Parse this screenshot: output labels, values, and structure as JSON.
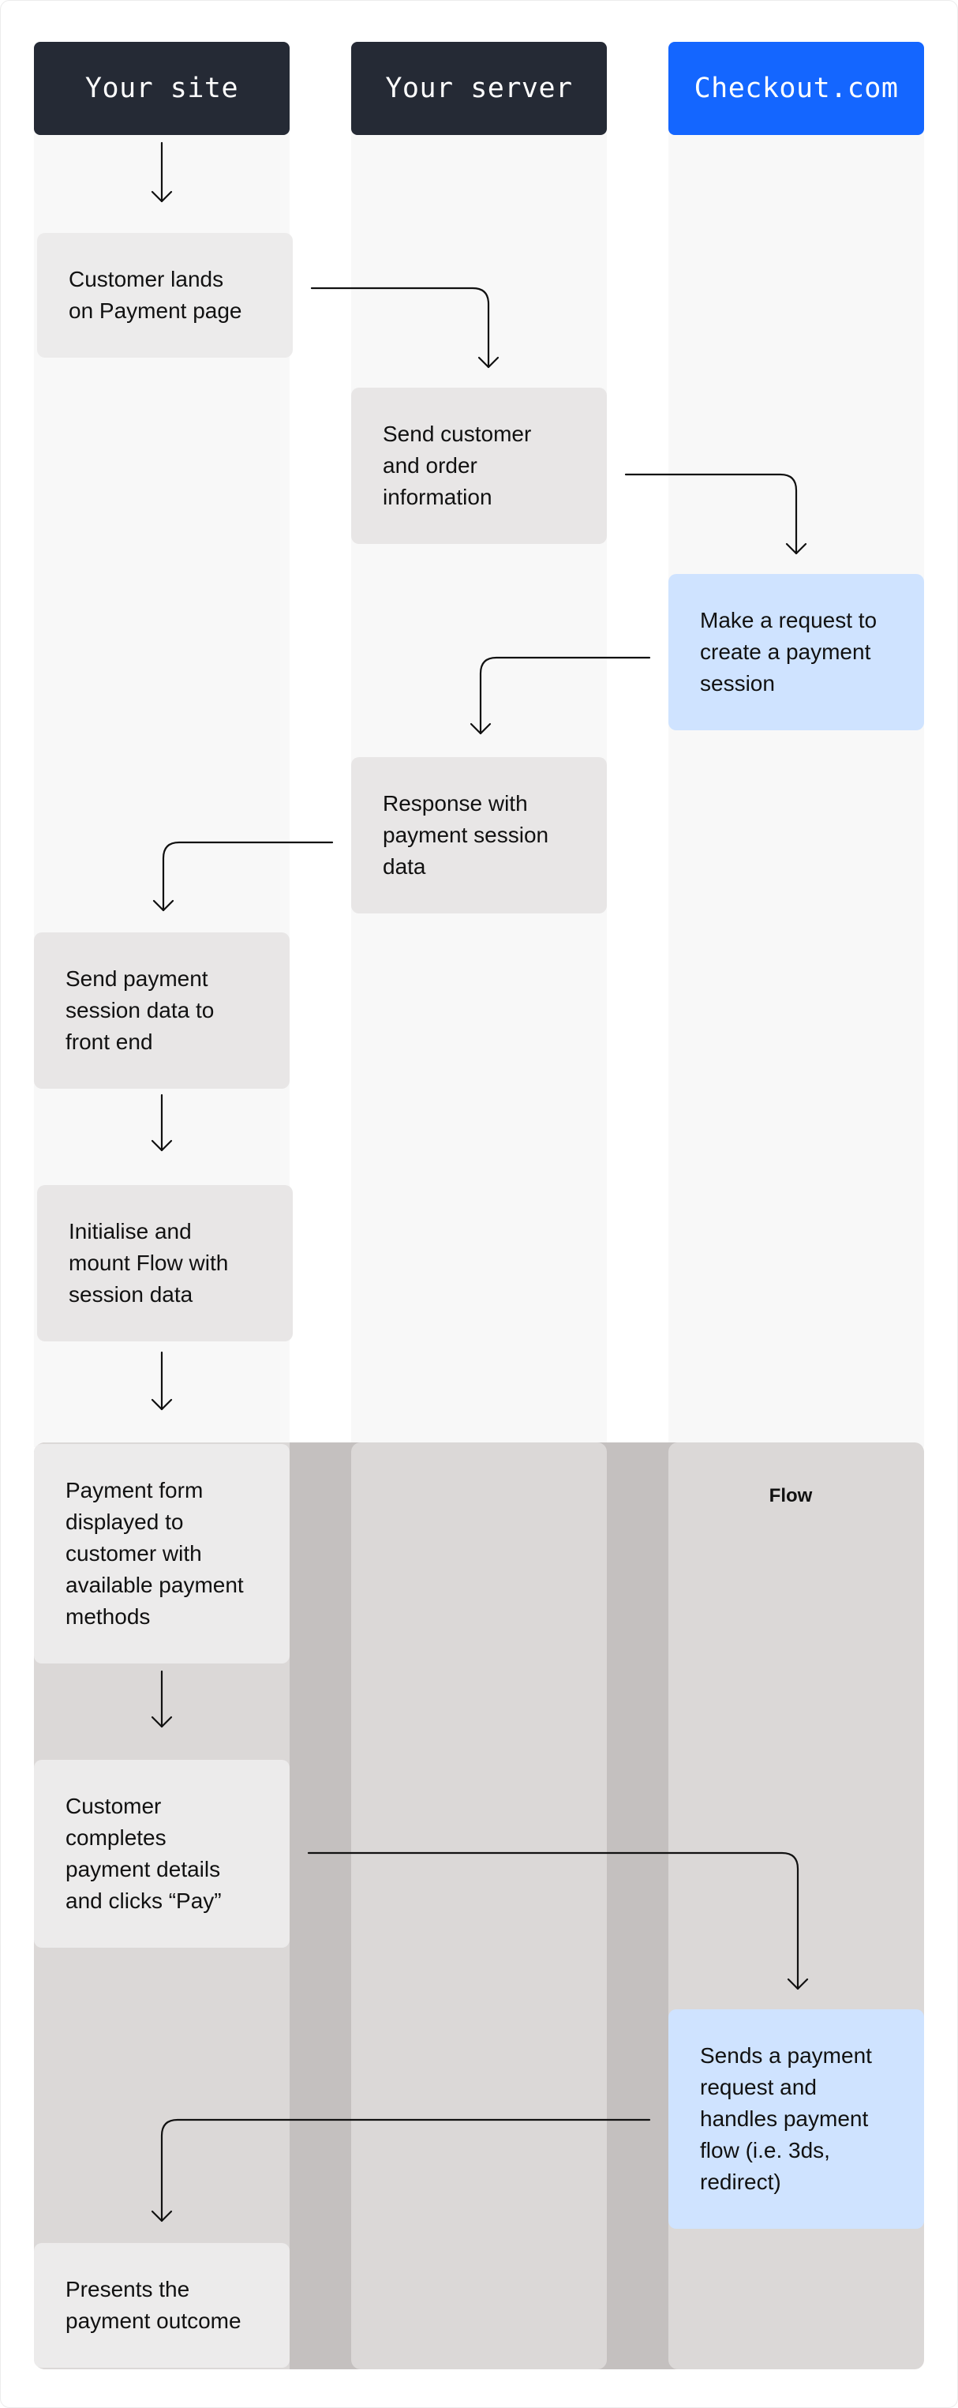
{
  "lanes": [
    {
      "title": "Your site"
    },
    {
      "title": "Your server"
    },
    {
      "title": "Checkout.com"
    }
  ],
  "flow_label": "Flow",
  "steps": [
    {
      "text": "Customer lands on Payment page"
    },
    {
      "text": "Send customer and order information"
    },
    {
      "text": "Make a request to create a payment session"
    },
    {
      "text": "Response with payment session data"
    },
    {
      "text": "Send payment session data to front end"
    },
    {
      "text": "Initialise and mount Flow with session data"
    },
    {
      "text": "Payment form displayed to customer with available payment methods"
    },
    {
      "text": "Customer completes payment details and clicks “Pay”"
    },
    {
      "text": "Sends a payment request and handles payment flow (i.e. 3ds, redirect)"
    },
    {
      "text": "Presents the payment outcome"
    }
  ],
  "colors": {
    "header_dark": "#252a35",
    "header_brand": "#1466ff",
    "step_gray": "#e8e6e6",
    "step_blue": "#cfe3ff",
    "flow_band": "#c4c0bf",
    "flow_lane": "#dbd8d7",
    "arrow": "#111111"
  }
}
